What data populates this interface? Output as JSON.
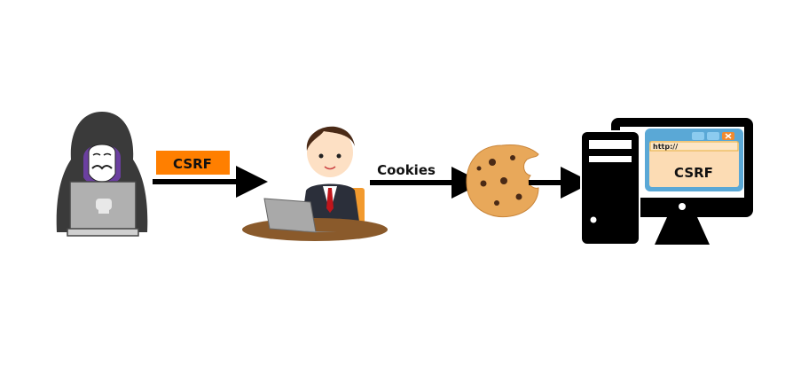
{
  "diagram": {
    "attack_label": "CSRF",
    "cookies_label": "Cookies",
    "browser": {
      "url": "http://",
      "content": "CSRF"
    }
  },
  "colors": {
    "attack_label_bg": "#ff7f00",
    "arrow": "#000000",
    "browser_frame": "#5aa8d6",
    "browser_body": "#fcdcb4",
    "cookie": "#e8a85a"
  }
}
